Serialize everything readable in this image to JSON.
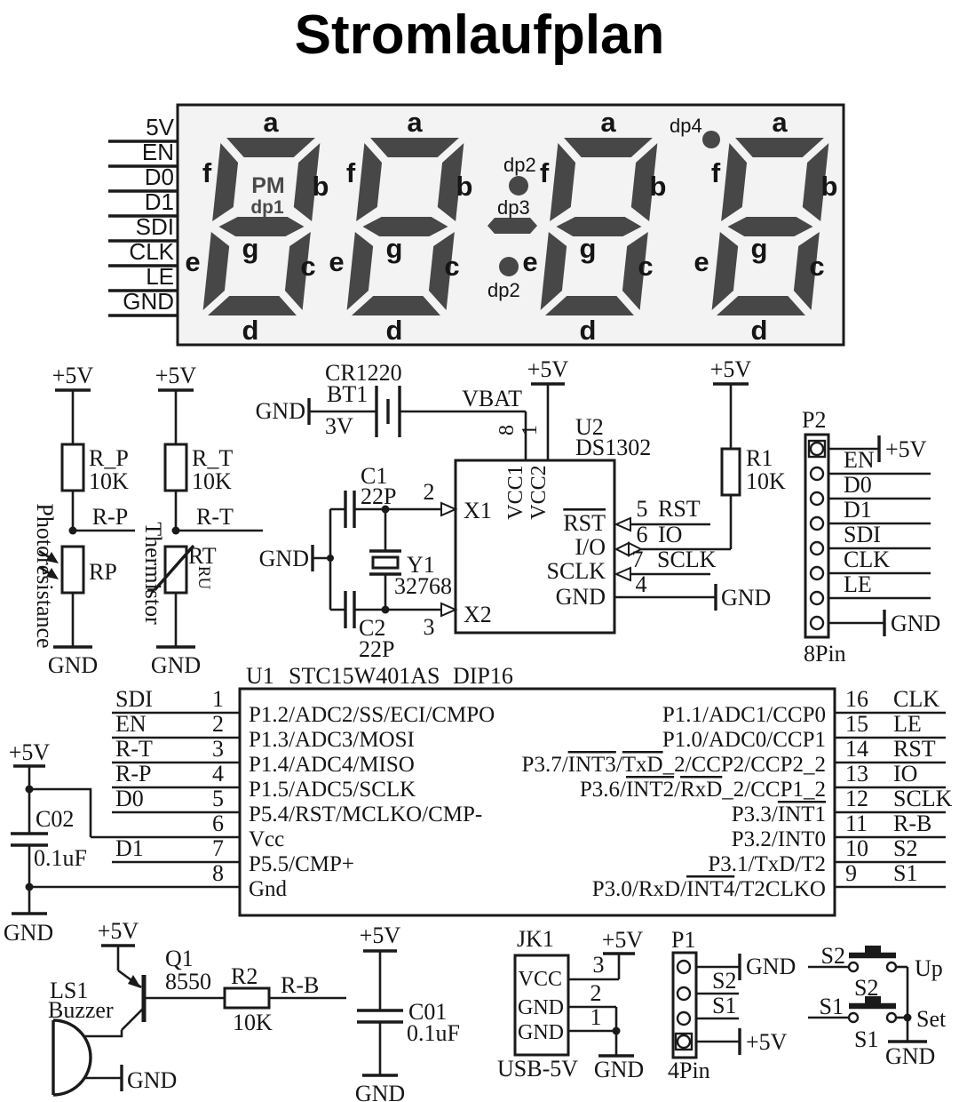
{
  "title": "Stromlaufplan",
  "colors": {
    "ink": "#1a1a1a",
    "segment": "#474747",
    "display_bg": "#f3f3f3",
    "background": "#ffffff"
  },
  "display": {
    "bus_labels": [
      "5V",
      "EN",
      "D0",
      "D1",
      "SDI",
      "CLK",
      "LE",
      "GND"
    ],
    "segment_letters": {
      "a": "a",
      "b": "b",
      "c": "c",
      "d": "d",
      "e": "e",
      "f": "f",
      "g": "g"
    },
    "digit1_pm": "PM",
    "digit1_dp": "dp1",
    "colon_dp_top": "dp2",
    "colon_dp_mid": "dp3",
    "colon_dp_bottom": "dp2",
    "dp4": "dp4"
  },
  "photoresistor_divider": {
    "vcc": "+5V",
    "res_ref": "R_P",
    "res_val": "10K",
    "net": "R-P",
    "comp_ref": "RP",
    "desc": "Photoresistance",
    "gnd": "GND"
  },
  "thermistor_divider": {
    "vcc": "+5V",
    "res_ref": "R_T",
    "res_val": "10K",
    "net": "R-T",
    "comp_ref": "RT",
    "comp_small": "RU",
    "desc": "Thermistor",
    "gnd": "GND"
  },
  "battery": {
    "gnd": "GND",
    "part": "CR1220",
    "ref": "BT1",
    "volt": "3V",
    "net": "VBAT"
  },
  "rtc": {
    "vcc": "+5V",
    "ref": "U2",
    "part": "DS1302",
    "vcc1": "VCC1",
    "vcc2": "VCC2",
    "pin8": "8",
    "pin1": "1",
    "x1": "X1",
    "x2": "X2",
    "pin2": "2",
    "pin3": "3",
    "rst": "RST",
    "io": "I/O",
    "sclk": "SCLK",
    "gnd": "GND",
    "right": {
      "n5": "5",
      "rst": "RST",
      "n6": "6",
      "io": "IO",
      "n7": "7",
      "sclk": "SCLK",
      "n4": "4",
      "gnd": "GND"
    }
  },
  "crystal": {
    "c1_ref": "C1",
    "c1_val": "22P",
    "gnd": "GND",
    "y_ref": "Y1",
    "y_freq": "32768",
    "c2_ref": "C2",
    "c2_val": "22P"
  },
  "r1": {
    "vcc": "+5V",
    "ref": "R1",
    "val": "10K"
  },
  "p2": {
    "ref": "P2",
    "vcc": "+5V",
    "signals": [
      "EN",
      "D0",
      "D1",
      "SDI",
      "CLK",
      "LE"
    ],
    "gnd": "GND",
    "pins": "8Pin"
  },
  "u1": {
    "ref": "U1",
    "part": "STC15W401AS",
    "pkg": "DIP16",
    "left_pins": [
      {
        "num": "1",
        "net": "SDI",
        "name": "P1.2/ADC2/SS/ECI/CMPO"
      },
      {
        "num": "2",
        "net": "EN",
        "name": "P1.3/ADC3/MOSI"
      },
      {
        "num": "3",
        "net": "R-T",
        "name": "P1.4/ADC4/MISO"
      },
      {
        "num": "4",
        "net": "R-P",
        "name": "P1.5/ADC5/SCLK"
      },
      {
        "num": "5",
        "net": "D0",
        "name": "P5.4/RST/MCLKO/CMP-"
      },
      {
        "num": "6",
        "net": "",
        "name": "Vcc"
      },
      {
        "num": "7",
        "net": "D1",
        "name": "P5.5/CMP+"
      },
      {
        "num": "8",
        "net": "",
        "name": "Gnd"
      }
    ],
    "right_pins": [
      {
        "num": "16",
        "net": "CLK",
        "parts": [
          [
            "P1.1/ADC1/CCP0",
            false
          ]
        ]
      },
      {
        "num": "15",
        "net": "LE",
        "parts": [
          [
            "P1.0/ADC0/CCP1",
            false
          ]
        ]
      },
      {
        "num": "14",
        "net": "RST",
        "parts": [
          [
            "P3.7/",
            false
          ],
          [
            "INT3",
            true
          ],
          [
            "/",
            false
          ],
          [
            "TxD",
            true
          ],
          [
            "_2/CCP2/CCP2_2",
            false
          ]
        ]
      },
      {
        "num": "13",
        "net": "IO",
        "parts": [
          [
            "P3.6/",
            false
          ],
          [
            "INT2",
            true
          ],
          [
            "/",
            false
          ],
          [
            "RxD",
            true
          ],
          [
            "_2/CCP1_2",
            false
          ]
        ]
      },
      {
        "num": "12",
        "net": "SCLK",
        "parts": [
          [
            "P3.3/",
            false
          ],
          [
            "INT1",
            true
          ]
        ]
      },
      {
        "num": "11",
        "net": "R-B",
        "parts": [
          [
            "P3.2/INT0",
            false
          ]
        ]
      },
      {
        "num": "10",
        "net": "S2",
        "parts": [
          [
            "P3.1/TxD/T2",
            false
          ]
        ]
      },
      {
        "num": "9",
        "net": "S1",
        "parts": [
          [
            "P3.0/RxD/",
            false
          ],
          [
            "INT4",
            true
          ],
          [
            "/T2CLKO",
            false
          ]
        ]
      }
    ]
  },
  "c02": {
    "vcc": "+5V",
    "ref": "C02",
    "val": "0.1uF",
    "gnd": "GND"
  },
  "buzzer_circuit": {
    "vcc": "+5V",
    "q_ref": "Q1",
    "q_part": "8550",
    "r_ref": "R2",
    "r_val": "10K",
    "net": "R-B",
    "ls_ref": "LS1",
    "ls_type": "Buzzer",
    "gnd": "GND"
  },
  "c01": {
    "vcc": "+5V",
    "ref": "C01",
    "val": "0.1uF",
    "gnd": "GND"
  },
  "jk1": {
    "ref": "JK1",
    "p3": "VCC",
    "p2": "GND",
    "p1": "GND",
    "n3": "3",
    "n2": "2",
    "n1": "1",
    "vcc": "+5V",
    "gnd": "GND",
    "type": "USB-5V"
  },
  "p1": {
    "ref": "P1",
    "gnd": "GND",
    "s2": "S2",
    "s1": "S1",
    "vcc": "+5V",
    "pins": "4Pin"
  },
  "buttons": {
    "s2_net": "S2",
    "s2_name": "S2",
    "up": "Up",
    "s1_net": "S1",
    "s1_name": "S1",
    "set": "Set",
    "gnd": "GND"
  }
}
